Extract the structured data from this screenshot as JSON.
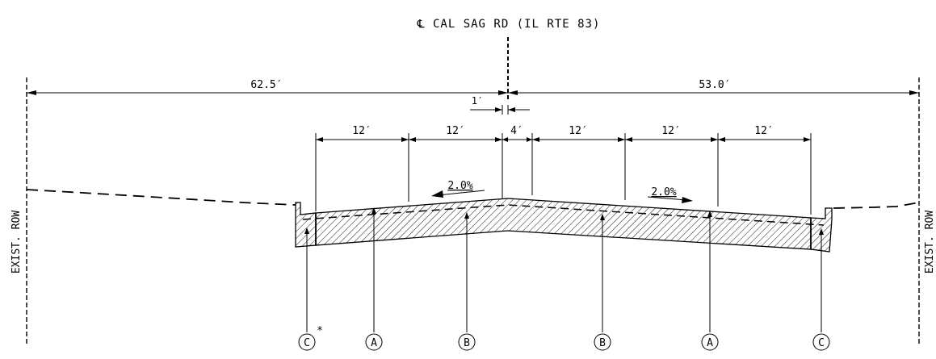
{
  "title": "℄ CAL SAG RD (IL RTE 83)",
  "dimensions": {
    "left_total": "62.5′",
    "right_total": "53.0′",
    "offset": "1′",
    "lanes": [
      "12′",
      "12′",
      "4′",
      "12′",
      "12′",
      "12′"
    ]
  },
  "slopes": {
    "left": "2.0%",
    "right": "2.0%"
  },
  "row_labels": {
    "left": "EXIST. ROW",
    "right": "EXIST. ROW"
  },
  "callouts": [
    "C",
    "A",
    "B",
    "B",
    "A",
    "C"
  ],
  "note_marker": "*"
}
